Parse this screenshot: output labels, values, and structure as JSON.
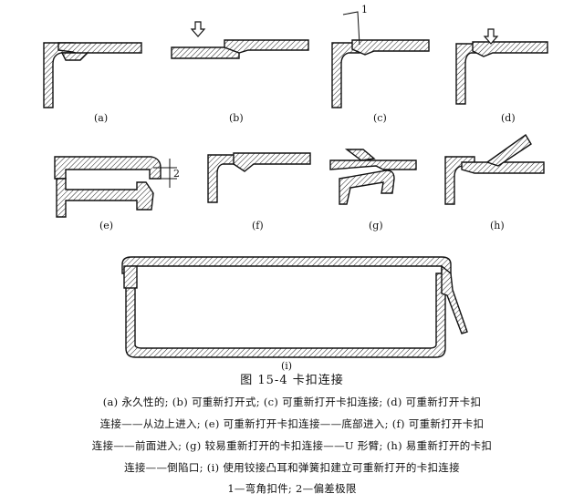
{
  "panel_labels": {
    "a": "(a)",
    "b": "(b)",
    "c": "(c)",
    "d": "(d)",
    "e": "(e)",
    "f": "(f)",
    "g": "(g)",
    "h": "(h)",
    "i": "(i)"
  },
  "callouts": {
    "c_leader": "1",
    "e_dimension": "2"
  },
  "figure_title": "图 15-4   卡扣连接",
  "caption_lines": [
    "(a) 永久性的; (b) 可重新打开式; (c) 可重新打开卡扣连接; (d) 可重新打开卡扣",
    "连接——从边上进入; (e) 可重新打开卡扣连接——底部进入; (f) 可重新打开卡扣",
    "连接——前面进入; (g) 较易重新打开的卡扣连接——U 形臂; (h) 易重新打开的卡扣",
    "连接——倒陷口; (i) 使用铰接凸耳和弹簧扣建立可重新打开的卡扣连接",
    "1—弯角扣件; 2—偏差极限"
  ]
}
